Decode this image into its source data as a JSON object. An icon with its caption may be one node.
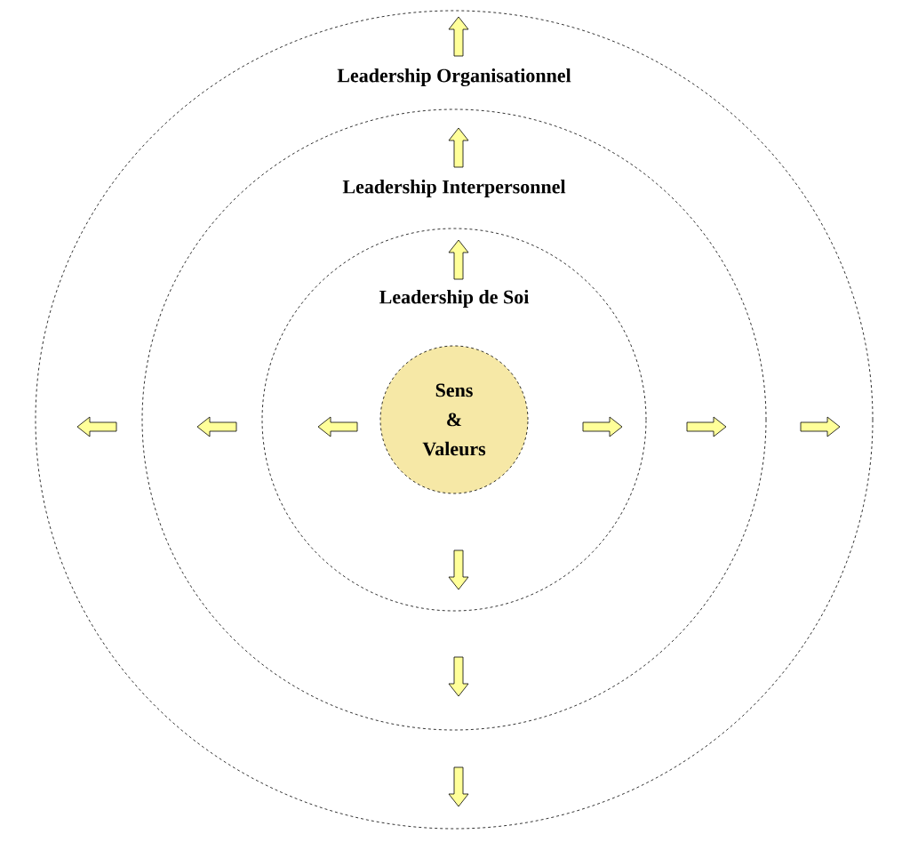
{
  "diagram": {
    "nodes": [
      {
        "text": [
          "Leadership Organisationnel"
        ]
      },
      {
        "text": [
          "Leadership Interpersonnel"
        ],
        "in": 0
      },
      {
        "text": [
          "Leadership de Soi"
        ],
        "in": 1
      },
      {
        "text": [
          "Sens & Valeurs"
        ],
        "in": 2
      }
    ]
  }
}
